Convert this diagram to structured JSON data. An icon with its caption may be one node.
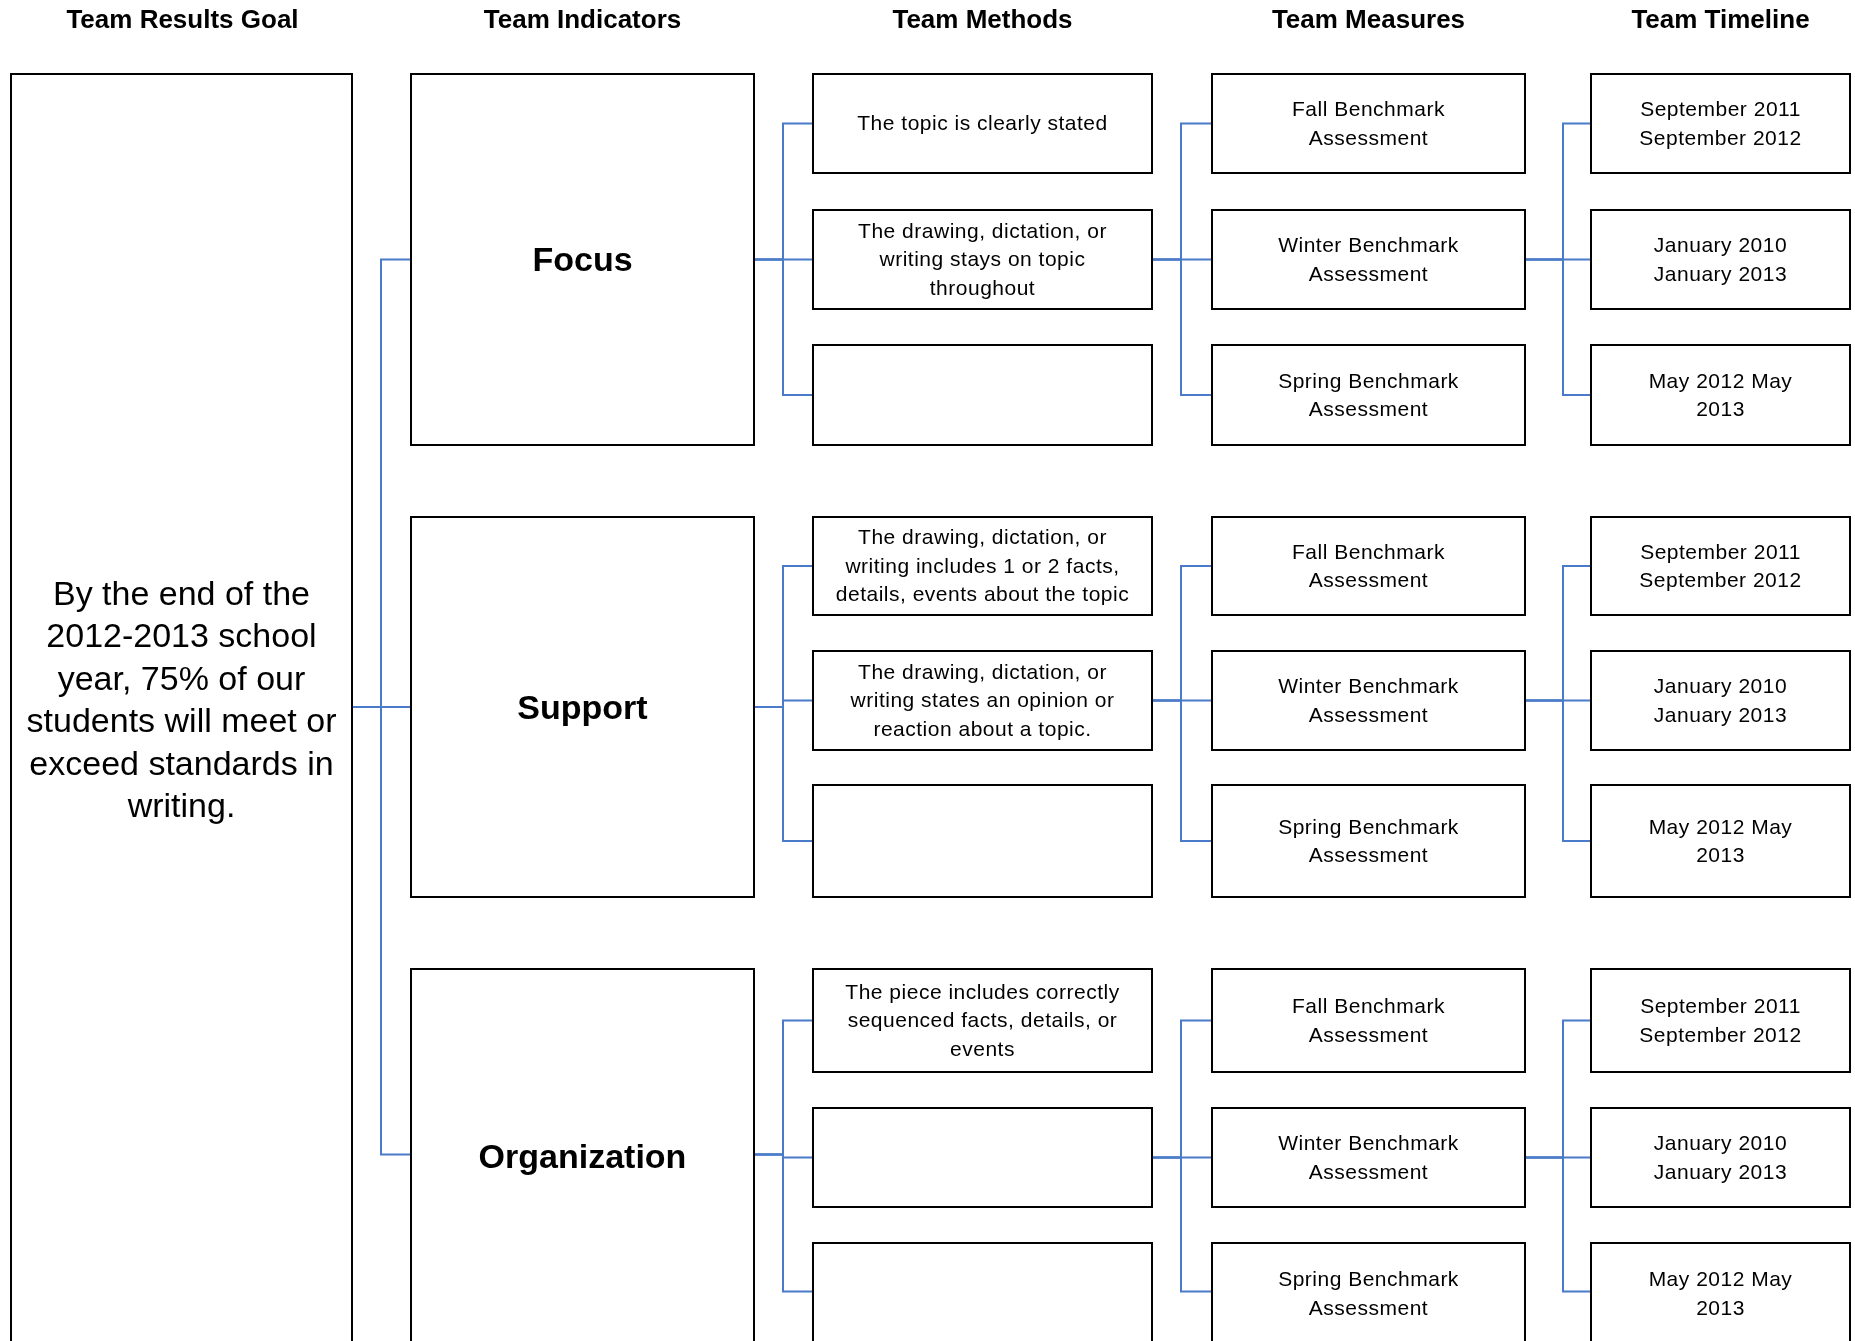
{
  "diagram": {
    "nodes": [
      {
        "text": [
          "By the end of the 2012-2013 school year, 75% of our students will meet or exceed standards in writing."
        ]
      },
      {
        "text": [
          "Focus"
        ]
      },
      {
        "text": [
          "Support"
        ]
      },
      {
        "text": [
          "Organization"
        ]
      },
      {
        "text": [
          "The topic is clearly stated"
        ]
      },
      {
        "text": [
          "The drawing, dictation, or writing stays on topic throughout"
        ]
      },
      {
        "text": [],
        "shape": "box"
      },
      {
        "text": [
          "The drawing, dictation, or writing includes 1 or 2 facts, details, events about the topic"
        ]
      },
      {
        "text": [
          "The drawing, dictation, or writing states an opinion or reaction about a topic."
        ]
      },
      {
        "text": [],
        "shape": "box"
      },
      {
        "text": [
          "The piece includes correctly sequenced facts, details, or events"
        ]
      },
      {
        "text": [],
        "shape": "box"
      },
      {
        "text": [],
        "shape": "box"
      },
      {
        "text": [
          "Fall Benchmark Assessment"
        ]
      },
      {
        "text": [
          "Winter Benchmark Assessment"
        ]
      },
      {
        "text": [
          "Spring Benchmark Assessment"
        ]
      },
      {
        "text": [
          "Fall Benchmark Assessment"
        ]
      },
      {
        "text": [
          "Winter Benchmark Assessment"
        ]
      },
      {
        "text": [
          "Spring Benchmark Assessment"
        ]
      },
      {
        "text": [
          "Fall Benchmark Assessment"
        ]
      },
      {
        "text": [
          "Winter Benchmark Assessment"
        ]
      },
      {
        "text": [
          "Spring Benchmark Assessment"
        ]
      },
      {
        "text": [
          "September 2011 September 2012"
        ]
      },
      {
        "text": [
          "January 2010 January 2013"
        ]
      },
      {
        "text": [
          "May 2012 May 2013"
        ]
      },
      {
        "text": [
          "September 2011 September 2012"
        ]
      },
      {
        "text": [
          "January 2010 January 2013"
        ]
      },
      {
        "text": [
          "May 2012 May 2013"
        ]
      },
      {
        "text": [
          "September 2011 September 2012"
        ]
      },
      {
        "text": [
          "January 2010 January 2013"
        ]
      },
      {
        "text": [
          "May 2012 May 2013"
        ]
      }
    ],
    "edges": [
      {
        "from": 0,
        "to": 1,
        "arrow": "none"
      },
      {
        "from": 0,
        "to": 2,
        "arrow": "none"
      },
      {
        "from": 0,
        "to": 3,
        "arrow": "none"
      },
      {
        "from": 1,
        "to": 4,
        "arrow": "none"
      },
      {
        "from": 1,
        "to": 5,
        "arrow": "none"
      },
      {
        "from": 1,
        "to": 6,
        "arrow": "none"
      },
      {
        "from": 2,
        "to": 7,
        "arrow": "none"
      },
      {
        "from": 2,
        "to": 8,
        "arrow": "none"
      },
      {
        "from": 2,
        "to": 9,
        "arrow": "none"
      },
      {
        "from": 3,
        "to": 10,
        "arrow": "none"
      },
      {
        "from": 3,
        "to": 11,
        "arrow": "none"
      },
      {
        "from": 3,
        "to": 12,
        "arrow": "none"
      },
      {
        "from": 5,
        "to": 13,
        "arrow": "none"
      },
      {
        "from": 5,
        "to": 14,
        "arrow": "none"
      },
      {
        "from": 5,
        "to": 15,
        "arrow": "none"
      },
      {
        "from": 8,
        "to": 16,
        "arrow": "none"
      },
      {
        "from": 8,
        "to": 17,
        "arrow": "none"
      },
      {
        "from": 8,
        "to": 18,
        "arrow": "none"
      },
      {
        "from": 11,
        "to": 19,
        "arrow": "none"
      },
      {
        "from": 11,
        "to": 20,
        "arrow": "none"
      },
      {
        "from": 11,
        "to": 21,
        "arrow": "none"
      },
      {
        "from": 14,
        "to": 22,
        "arrow": "none"
      },
      {
        "from": 14,
        "to": 23,
        "arrow": "none"
      },
      {
        "from": 14,
        "to": 24,
        "arrow": "none"
      },
      {
        "from": 17,
        "to": 25,
        "arrow": "none"
      },
      {
        "from": 17,
        "to": 26,
        "arrow": "none"
      },
      {
        "from": 17,
        "to": 27,
        "arrow": "none"
      },
      {
        "from": 20,
        "to": 28,
        "arrow": "none"
      },
      {
        "from": 20,
        "to": 29,
        "arrow": "none"
      },
      {
        "from": 20,
        "to": 30,
        "arrow": "none"
      }
    ],
    "labels": [
      "Team Results Goal",
      "Team Indicators",
      "Team Methods",
      "Team Measures",
      "Team Timeline"
    ]
  }
}
